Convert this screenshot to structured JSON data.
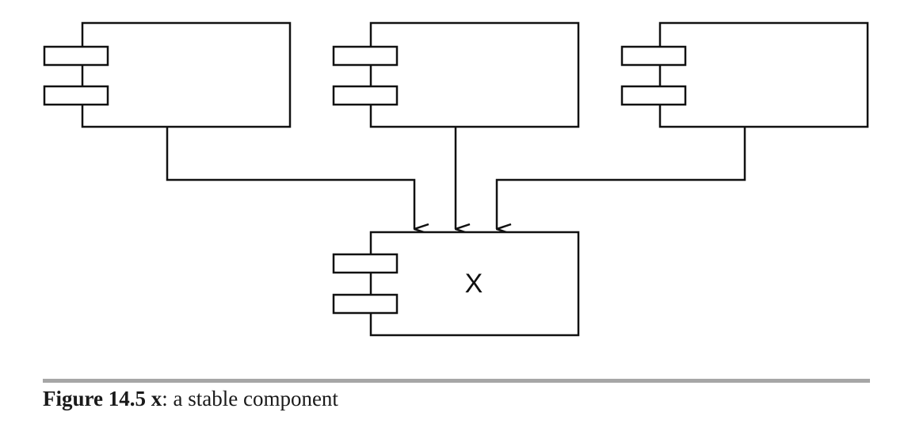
{
  "diagram": {
    "components": [
      {
        "id": "upper-left",
        "label": ""
      },
      {
        "id": "upper-middle",
        "label": ""
      },
      {
        "id": "upper-right",
        "label": ""
      },
      {
        "id": "stable",
        "label": "X"
      }
    ],
    "dependencies": [
      {
        "from": "upper-left",
        "to": "stable"
      },
      {
        "from": "upper-middle",
        "to": "stable"
      },
      {
        "from": "upper-right",
        "to": "stable"
      }
    ],
    "colors": {
      "stroke": "#111111",
      "rule": "#a6a6a6"
    }
  },
  "caption": {
    "figure_number": "Figure 14.5",
    "target": "x",
    "text": ": a stable component"
  }
}
